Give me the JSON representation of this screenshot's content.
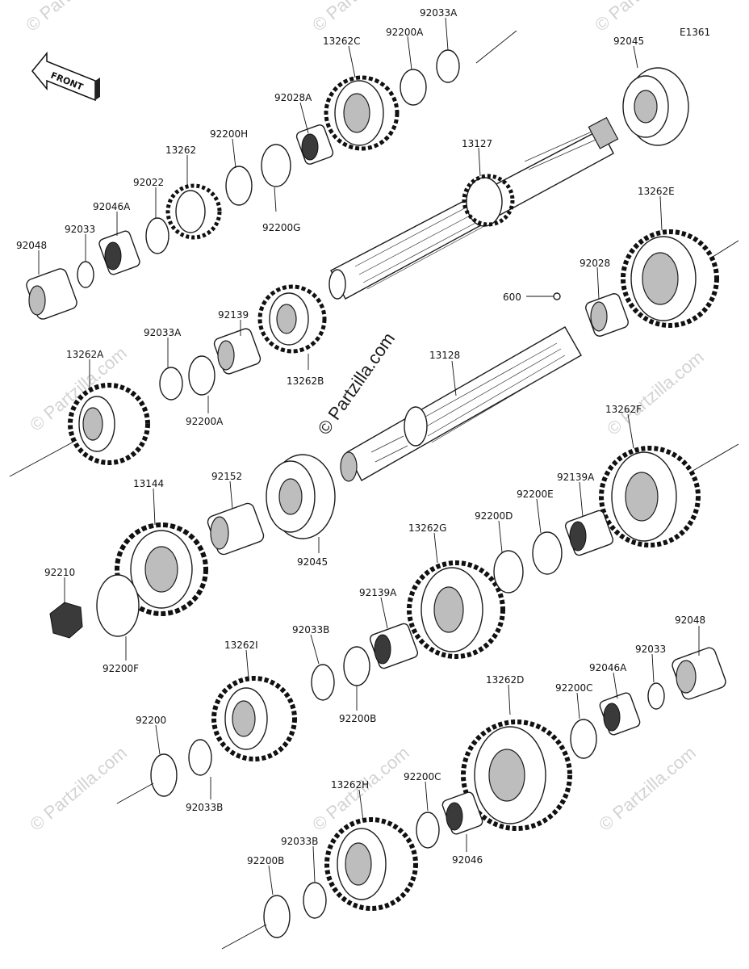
{
  "diagram_id": "E1361",
  "front_label": "FRONT",
  "watermark_center": "© Partzilla.com",
  "watermark_corner": "© Partzilla.com",
  "parts": {
    "p92033A_top": "92033A",
    "p92200A_top": "92200A",
    "p13262C": "13262C",
    "p92045_top": "92045",
    "p92028A": "92028A",
    "p92200H": "92200H",
    "p13262": "13262",
    "p92022": "92022",
    "p92046A_left": "92046A",
    "p92033_left": "92033",
    "p92048_left": "92048",
    "p92200G": "92200G",
    "p13127": "13127",
    "p13262E": "13262E",
    "p92028": "92028",
    "p600": "600",
    "p92139": "92139",
    "p13262B": "13262B",
    "p92033A_mid": "92033A",
    "p92200A_mid": "92200A",
    "p13262A": "13262A",
    "p13128": "13128",
    "p13262F": "13262F",
    "p92139A_right": "92139A",
    "p92200E": "92200E",
    "p13144": "13144",
    "p92152": "92152",
    "p92045_mid": "92045",
    "p92200D": "92200D",
    "p13262G": "13262G",
    "p92210": "92210",
    "p92200F": "92200F",
    "p92139A_mid": "92139A",
    "p92048_right": "92048",
    "p92033B_mid": "92033B",
    "p13262I": "13262I",
    "p92033_right": "92033",
    "p92046A_right": "92046A",
    "p92200C_right": "92200C",
    "p13262D": "13262D",
    "p92200B_mid": "92200B",
    "p92200": "92200",
    "p92033B_low": "92033B",
    "p92200C_low": "92200C",
    "p13262H": "13262H",
    "p92046": "92046",
    "p92033B_bot": "92033B",
    "p92200B_bot": "92200B"
  }
}
